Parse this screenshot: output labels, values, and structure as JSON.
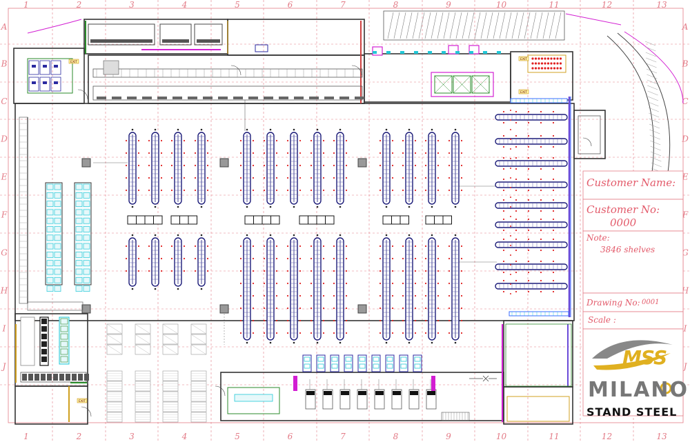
{
  "grid": {
    "columns": [
      "1",
      "2",
      "3",
      "4",
      "5",
      "6",
      "7",
      "8",
      "9",
      "10",
      "11",
      "12",
      "13"
    ],
    "rows": [
      "A",
      "B",
      "C",
      "D",
      "E",
      "F",
      "G",
      "H",
      "I",
      "J"
    ]
  },
  "title_block": {
    "customer_name_label": "Customer Name:",
    "customer_no_label": "Customer No:",
    "customer_no_value": "0000",
    "note_label": "Note:",
    "note_value": "3846 shelves",
    "drawing_no_label": "Drawing No:",
    "drawing_no_value": "0001",
    "scale_label": "Scale :"
  },
  "brand": {
    "logo_letters": "MSS",
    "name": "MILANO",
    "tagline": "STAND STEEL"
  },
  "labels": {
    "exit": "EXIT"
  },
  "colors": {
    "grid": "#e37a86",
    "wall": "#333333",
    "shelf": "#1a1a78",
    "pin": "#e02020",
    "accent_magenta": "#d21ed2",
    "accent_cyan": "#22c8d8",
    "brand_gold": "#e0b020",
    "brand_gray": "#555555"
  }
}
